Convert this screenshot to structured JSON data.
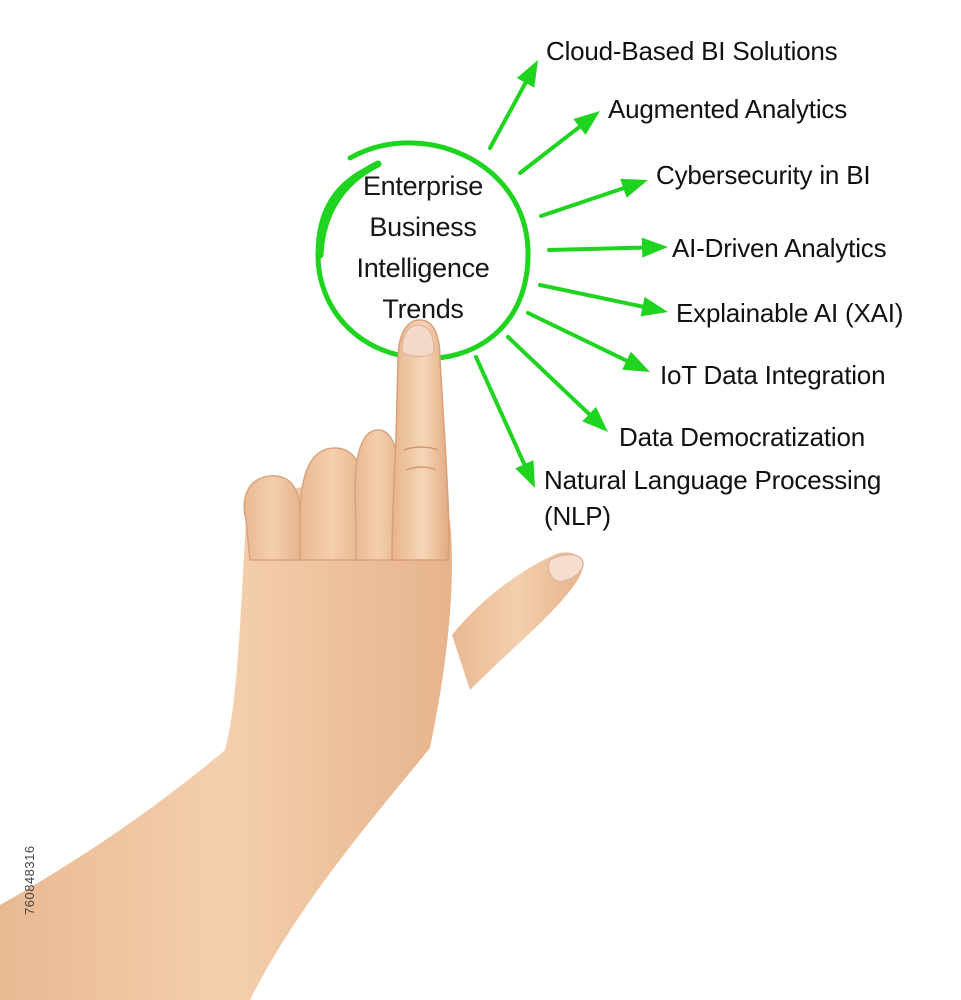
{
  "diagram": {
    "center_title_lines": [
      "Enterprise",
      "Business",
      "Intelligence",
      "Trends"
    ],
    "trends": [
      "Cloud-Based BI Solutions",
      "Augmented Analytics",
      "Cybersecurity in BI",
      "AI-Driven Analytics",
      "Explainable AI (XAI)",
      "IoT Data Integration",
      "Data Democratization",
      "Natural Language Processing (NLP)"
    ]
  },
  "stock_id": "760848316",
  "colors": {
    "accent_green": "#1fd41f",
    "text": "#111111",
    "skin": "#f0c7a3",
    "skin_shadow": "#dba882"
  }
}
